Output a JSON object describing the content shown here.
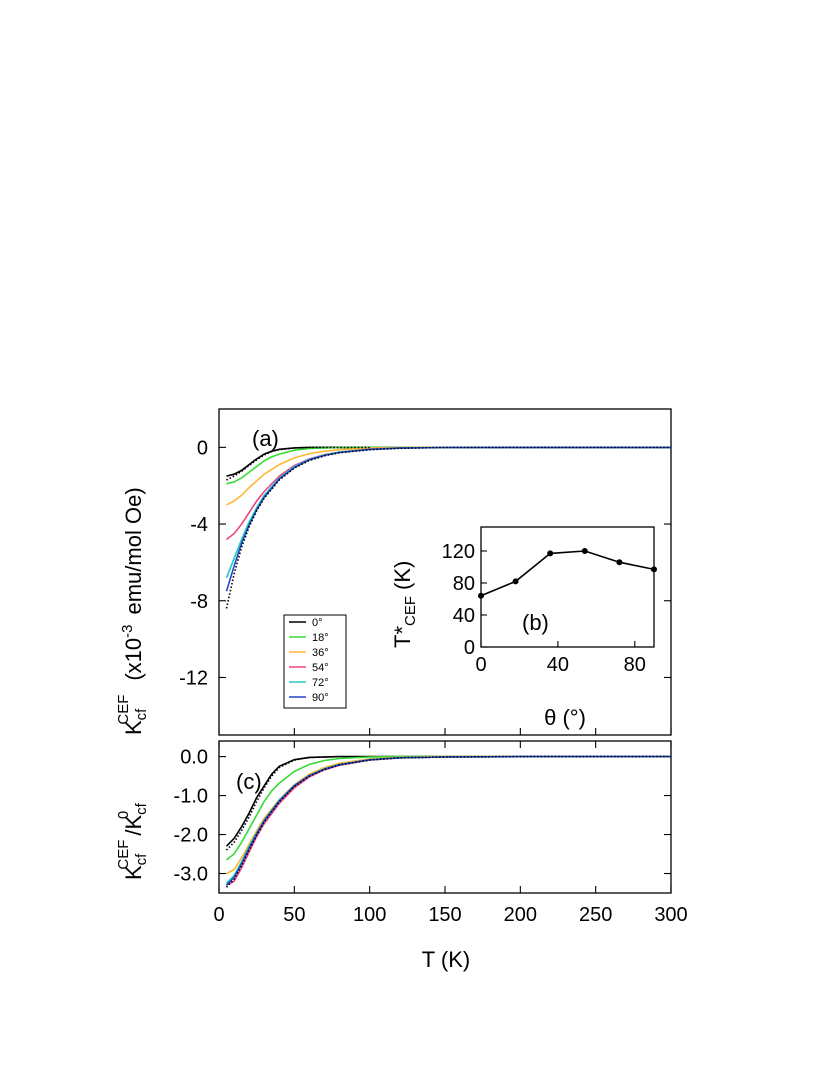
{
  "chart_data": [
    {
      "panel_label": "(a)",
      "type": "line",
      "ylabel": {
        "main": "K",
        "sub": "cf",
        "sup": "CEF",
        "units_prefix": "(x10",
        "units_exp": "-3",
        "units_suffix": "emu/mol Oe)"
      },
      "xlim": [
        0,
        300
      ],
      "ylim": [
        -15,
        2
      ],
      "yticks": [
        0,
        -4,
        -8,
        -12
      ],
      "ytick_labels": [
        "0",
        "-4",
        "-8",
        "-12"
      ],
      "legend": {
        "placement": "lower-left",
        "entries": [
          "0°",
          "18°",
          "36°",
          "54°",
          "72°",
          "90°"
        ]
      },
      "series": [
        {
          "name": "0°",
          "color": "#000000",
          "x": [
            5,
            10,
            15,
            20,
            25,
            30,
            35,
            40,
            50,
            60,
            80,
            100,
            150,
            200,
            300
          ],
          "y": [
            -1.5,
            -1.4,
            -1.2,
            -0.9,
            -0.6,
            -0.35,
            -0.2,
            -0.1,
            -0.03,
            0,
            0,
            0,
            0,
            0,
            0
          ]
        },
        {
          "name": "18°",
          "color": "#33dd33",
          "x": [
            5,
            10,
            15,
            20,
            25,
            30,
            35,
            40,
            50,
            60,
            80,
            100,
            150,
            200,
            300
          ],
          "y": [
            -1.9,
            -1.8,
            -1.6,
            -1.3,
            -1.0,
            -0.7,
            -0.5,
            -0.35,
            -0.15,
            -0.06,
            -0.01,
            0,
            0,
            0,
            0
          ]
        },
        {
          "name": "36°",
          "color": "#ffb833",
          "x": [
            5,
            10,
            15,
            20,
            25,
            30,
            40,
            50,
            60,
            70,
            80,
            100,
            120,
            150,
            200,
            300
          ],
          "y": [
            -3.0,
            -2.8,
            -2.5,
            -2.1,
            -1.75,
            -1.4,
            -0.9,
            -0.55,
            -0.33,
            -0.2,
            -0.12,
            -0.04,
            -0.01,
            0,
            0,
            0
          ]
        },
        {
          "name": "54°",
          "color": "#ee4488",
          "x": [
            5,
            10,
            15,
            20,
            25,
            30,
            40,
            50,
            60,
            70,
            80,
            100,
            120,
            150,
            200,
            300
          ],
          "y": [
            -4.8,
            -4.5,
            -4.0,
            -3.4,
            -2.8,
            -2.3,
            -1.5,
            -0.95,
            -0.6,
            -0.38,
            -0.24,
            -0.09,
            -0.03,
            -0.01,
            0,
            0
          ]
        },
        {
          "name": "72°",
          "color": "#22ccbb",
          "x": [
            5,
            10,
            15,
            20,
            25,
            30,
            40,
            50,
            60,
            70,
            80,
            100,
            120,
            150,
            200,
            300
          ],
          "y": [
            -6.8,
            -5.8,
            -4.8,
            -3.9,
            -3.15,
            -2.5,
            -1.6,
            -1.0,
            -0.62,
            -0.4,
            -0.25,
            -0.1,
            -0.04,
            -0.01,
            0,
            0
          ]
        },
        {
          "name": "90°",
          "color": "#2244cc",
          "x": [
            5,
            10,
            15,
            20,
            25,
            30,
            40,
            50,
            60,
            70,
            80,
            100,
            120,
            150,
            200,
            300
          ],
          "y": [
            -7.5,
            -6.2,
            -5.0,
            -4.05,
            -3.25,
            -2.6,
            -1.65,
            -1.05,
            -0.65,
            -0.42,
            -0.27,
            -0.11,
            -0.04,
            -0.01,
            0,
            0
          ]
        }
      ],
      "fits": [
        {
          "color": "#000000",
          "style": "dotted",
          "x": [
            5,
            10,
            15,
            20,
            25,
            30,
            35,
            40,
            50,
            60,
            80,
            100
          ],
          "y": [
            -1.7,
            -1.5,
            -1.25,
            -0.95,
            -0.65,
            -0.4,
            -0.22,
            -0.12,
            -0.03,
            0,
            0,
            0
          ]
        },
        {
          "color": "#000000",
          "style": "dotted",
          "x": [
            5,
            10,
            15,
            20,
            25,
            30,
            40,
            50,
            60,
            70,
            80,
            100,
            120,
            150,
            200,
            300
          ],
          "y": [
            -8.4,
            -6.6,
            -5.2,
            -4.15,
            -3.3,
            -2.65,
            -1.7,
            -1.08,
            -0.68,
            -0.44,
            -0.28,
            -0.12,
            -0.05,
            -0.01,
            0,
            0
          ]
        }
      ]
    },
    {
      "panel_label": "(b)",
      "type": "line",
      "xlabel": "θ (°)",
      "ylabel": {
        "main": "T*",
        "sub": "CEF",
        "units": "(K)"
      },
      "xlim": [
        0,
        90
      ],
      "ylim": [
        0,
        150
      ],
      "xticks": [
        0,
        40,
        80
      ],
      "yticks": [
        0,
        40,
        80,
        120
      ],
      "series": [
        {
          "color": "#000000",
          "x": [
            0,
            18,
            36,
            54,
            72,
            90
          ],
          "y": [
            64,
            82,
            117,
            120,
            106,
            97
          ]
        }
      ]
    },
    {
      "panel_label": "(c)",
      "type": "line",
      "xlabel": "T (K)",
      "ylabel": {
        "main": "K",
        "sub": "cf",
        "sup": "CEF",
        "den_main": "/K",
        "den_sub": "cf",
        "den_sup": "0"
      },
      "xlim": [
        0,
        300
      ],
      "ylim": [
        -3.5,
        0.4
      ],
      "xticks": [
        0,
        50,
        100,
        150,
        200,
        250,
        300
      ],
      "yticks": [
        0,
        -1,
        -2,
        -3
      ],
      "ytick_labels": [
        "0.0",
        "-1.0",
        "-2.0",
        "-3.0"
      ],
      "series": [
        {
          "name": "0°",
          "color": "#000000",
          "x": [
            5,
            10,
            15,
            20,
            25,
            30,
            35,
            40,
            50,
            60,
            80,
            100,
            150,
            300
          ],
          "y": [
            -2.3,
            -2.1,
            -1.8,
            -1.45,
            -1.05,
            -0.75,
            -0.45,
            -0.25,
            -0.08,
            -0.02,
            0,
            0,
            0,
            0
          ]
        },
        {
          "name": "18°",
          "color": "#33dd33",
          "x": [
            5,
            10,
            15,
            20,
            25,
            30,
            35,
            40,
            50,
            60,
            70,
            80,
            100,
            120,
            150,
            300
          ],
          "y": [
            -2.65,
            -2.5,
            -2.2,
            -1.85,
            -1.5,
            -1.15,
            -0.88,
            -0.68,
            -0.38,
            -0.2,
            -0.1,
            -0.05,
            -0.01,
            0,
            0,
            0
          ]
        },
        {
          "name": "36°",
          "color": "#ffb833",
          "x": [
            5,
            10,
            15,
            20,
            25,
            30,
            40,
            50,
            60,
            70,
            80,
            100,
            120,
            150,
            200,
            300
          ],
          "y": [
            -3.0,
            -2.9,
            -2.6,
            -2.25,
            -1.9,
            -1.58,
            -1.1,
            -0.72,
            -0.45,
            -0.28,
            -0.17,
            -0.06,
            -0.02,
            0,
            0,
            0
          ]
        },
        {
          "name": "54°",
          "color": "#ee4488",
          "x": [
            5,
            10,
            15,
            20,
            25,
            30,
            40,
            50,
            60,
            70,
            80,
            100,
            120,
            150,
            200,
            300
          ],
          "y": [
            -3.3,
            -3.2,
            -2.85,
            -2.45,
            -2.05,
            -1.72,
            -1.2,
            -0.8,
            -0.52,
            -0.34,
            -0.22,
            -0.09,
            -0.03,
            -0.01,
            0,
            0
          ]
        },
        {
          "name": "72°",
          "color": "#22ccbb",
          "x": [
            5,
            10,
            15,
            20,
            25,
            30,
            40,
            50,
            60,
            70,
            80,
            100,
            120,
            150,
            200,
            300
          ],
          "y": [
            -3.25,
            -3.05,
            -2.7,
            -2.3,
            -1.95,
            -1.63,
            -1.12,
            -0.74,
            -0.48,
            -0.31,
            -0.2,
            -0.08,
            -0.03,
            -0.01,
            0,
            0
          ]
        },
        {
          "name": "90°",
          "color": "#2244cc",
          "x": [
            5,
            10,
            15,
            20,
            25,
            30,
            40,
            50,
            60,
            70,
            80,
            100,
            120,
            150,
            200,
            300
          ],
          "y": [
            -3.3,
            -3.1,
            -2.75,
            -2.35,
            -1.98,
            -1.65,
            -1.14,
            -0.75,
            -0.49,
            -0.32,
            -0.21,
            -0.08,
            -0.03,
            -0.01,
            0,
            0
          ]
        }
      ],
      "fits": [
        {
          "color": "#000000",
          "style": "dotted",
          "x": [
            5,
            10,
            15,
            20,
            25,
            30,
            35,
            40,
            50,
            60,
            80
          ],
          "y": [
            -2.4,
            -2.2,
            -1.9,
            -1.55,
            -1.15,
            -0.8,
            -0.5,
            -0.28,
            -0.09,
            -0.02,
            0
          ]
        },
        {
          "color": "#000000",
          "style": "dotted",
          "x": [
            5,
            10,
            15,
            20,
            25,
            30,
            40,
            50,
            60,
            70,
            80,
            100,
            120,
            150,
            200,
            300
          ],
          "y": [
            -3.35,
            -3.15,
            -2.8,
            -2.4,
            -2.02,
            -1.68,
            -1.16,
            -0.77,
            -0.5,
            -0.33,
            -0.21,
            -0.09,
            -0.03,
            -0.01,
            0,
            0
          ]
        }
      ]
    }
  ]
}
